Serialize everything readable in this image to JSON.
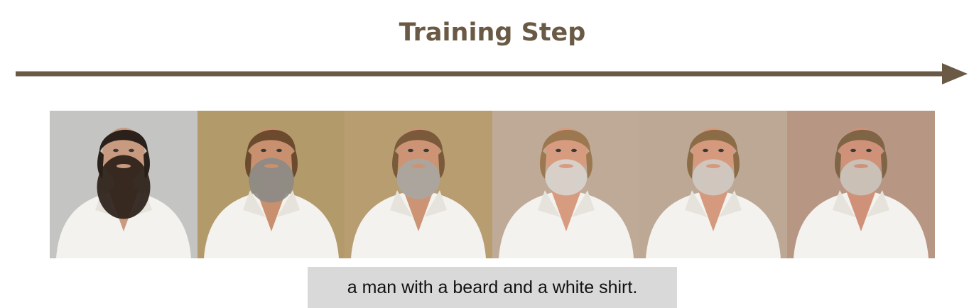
{
  "title": "Training Step",
  "caption": "a man with a beard and a white shirt.",
  "colors": {
    "arrow": "#6a5a45",
    "title": "#6a5a45",
    "caption_bg": "#d9d9d9"
  },
  "frames": [
    {
      "name": "step-1-image",
      "bg": "#c4c4c2",
      "hair": "#2b211b",
      "beard": "#2a1f18",
      "beard_size": 1.0,
      "skin": "#c89a80"
    },
    {
      "name": "step-2-image",
      "bg": "#b39a6a",
      "hair": "#6b4a2e",
      "beard": "#8d8a85",
      "beard_size": 0.55,
      "skin": "#c9906f"
    },
    {
      "name": "step-3-image",
      "bg": "#b79d70",
      "hair": "#7a5a3a",
      "beard": "#a9a6a1",
      "beard_size": 0.45,
      "skin": "#cc9474"
    },
    {
      "name": "step-4-image",
      "bg": "#bfaa98",
      "hair": "#9b7850",
      "beard": "#d8d4ce",
      "beard_size": 0.35,
      "skin": "#d79c80"
    },
    {
      "name": "step-5-image",
      "bg": "#bca894",
      "hair": "#8c6c47",
      "beard": "#cfcac3",
      "beard_size": 0.35,
      "skin": "#d59a7e"
    },
    {
      "name": "step-6-image",
      "bg": "#b89684",
      "hair": "#7f6446",
      "beard": "#cac4bc",
      "beard_size": 0.35,
      "skin": "#cf9279"
    }
  ]
}
